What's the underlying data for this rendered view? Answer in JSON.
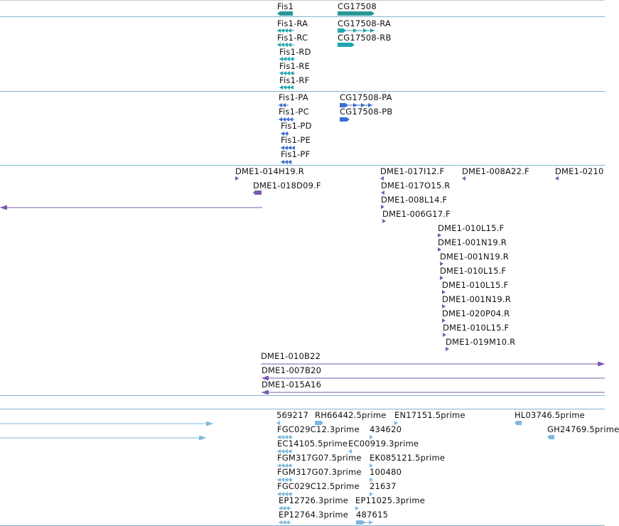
{
  "colors": {
    "gene": "#2a9898",
    "transcript": "#21a5b2",
    "protein": "#3a6fd0",
    "clone": "#7a5ab0",
    "est": "#7fb7dd",
    "separator": "#7fb3d0"
  },
  "tracks": [
    {
      "id": "gene",
      "color_key": "gene",
      "features": [
        {
          "label": "Fis1",
          "kind": "bar",
          "dir": "left"
        },
        {
          "label": "CG17508",
          "kind": "bar",
          "dir": "right"
        }
      ]
    },
    {
      "id": "transcripts",
      "color_key": "transcript",
      "features": [
        {
          "label": "Fis1-RA",
          "kind": "multi",
          "dir": "left"
        },
        {
          "label": "CG17508-RA",
          "kind": "exon-intron",
          "dir": "right"
        },
        {
          "label": "Fis1-RC",
          "kind": "multi",
          "dir": "left"
        },
        {
          "label": "CG17508-RB",
          "kind": "single",
          "dir": "right"
        },
        {
          "label": "Fis1-RD",
          "kind": "multi",
          "dir": "left"
        },
        {
          "label": "Fis1-RE",
          "kind": "multi",
          "dir": "left"
        },
        {
          "label": "Fis1-RF",
          "kind": "multi",
          "dir": "left"
        }
      ]
    },
    {
      "id": "proteins",
      "color_key": "protein",
      "features": [
        {
          "label": "Fis1-PA",
          "kind": "multi",
          "dir": "left"
        },
        {
          "label": "CG17508-PA",
          "kind": "exon-intron",
          "dir": "right"
        },
        {
          "label": "Fis1-PC",
          "kind": "multi",
          "dir": "left"
        },
        {
          "label": "CG17508-PB",
          "kind": "single",
          "dir": "right"
        },
        {
          "label": "Fis1-PD",
          "kind": "multi",
          "dir": "left"
        },
        {
          "label": "Fis1-PE",
          "kind": "multi",
          "dir": "left"
        },
        {
          "label": "Fis1-PF",
          "kind": "multi",
          "dir": "left"
        }
      ]
    },
    {
      "id": "clones",
      "color_key": "clone",
      "features": [
        {
          "label": "DME1-014H19.R",
          "kind": "tick",
          "dir": "right"
        },
        {
          "label": "DME1-017I12.F",
          "kind": "tick",
          "dir": "left"
        },
        {
          "label": "DME1-008A22.F",
          "kind": "tick",
          "dir": "left"
        },
        {
          "label": "DME1-0210",
          "kind": "tick",
          "dir": "left"
        },
        {
          "label": "DME1-018D09.F",
          "kind": "block",
          "dir": "left"
        },
        {
          "label": "DME1-017O15.R",
          "kind": "tick",
          "dir": "left"
        },
        {
          "label": "",
          "kind": "longline",
          "dir": "left"
        },
        {
          "label": "DME1-008L14.F",
          "kind": "tick",
          "dir": "right"
        },
        {
          "label": "DME1-006G17.F",
          "kind": "tick",
          "dir": "right"
        },
        {
          "label": "DME1-010L15.F",
          "kind": "tick",
          "dir": "right"
        },
        {
          "label": "DME1-001N19.R",
          "kind": "tick",
          "dir": "right"
        },
        {
          "label": "DME1-001N19.R",
          "kind": "tick",
          "dir": "right"
        },
        {
          "label": "DME1-010L15.F",
          "kind": "tick",
          "dir": "right"
        },
        {
          "label": "DME1-010L15.F",
          "kind": "tick",
          "dir": "right"
        },
        {
          "label": "DME1-001N19.R",
          "kind": "tick",
          "dir": "right"
        },
        {
          "label": "DME1-020P04.R",
          "kind": "tick",
          "dir": "right"
        },
        {
          "label": "DME1-010L15.F",
          "kind": "tick",
          "dir": "right"
        },
        {
          "label": "DME1-019M10.R",
          "kind": "tick",
          "dir": "right"
        },
        {
          "label": "DME1-010B22",
          "kind": "longline",
          "dir": "right"
        },
        {
          "label": "DME1-007B20",
          "kind": "longline",
          "dir": "left"
        },
        {
          "label": "DME1-015A16",
          "kind": "longline",
          "dir": "left"
        }
      ]
    },
    {
      "id": "ests",
      "color_key": "est",
      "features": [
        {
          "label": "",
          "kind": "longline",
          "dir": "right"
        },
        {
          "label": "",
          "kind": "longline",
          "dir": "right"
        },
        {
          "label": "569217",
          "kind": "tick",
          "dir": "left"
        },
        {
          "label": "RH66442.5prime",
          "kind": "block",
          "dir": "right"
        },
        {
          "label": "EN17151.5prime",
          "kind": "tick",
          "dir": "right"
        },
        {
          "label": "HL03746.5prime",
          "kind": "block",
          "dir": "left"
        },
        {
          "label": "FGC029C12.3prime",
          "kind": "multi",
          "dir": "left"
        },
        {
          "label": "434620",
          "kind": "tick",
          "dir": "right"
        },
        {
          "label": "GH24769.5prime",
          "kind": "block",
          "dir": "left"
        },
        {
          "label": "EC14105.5prime",
          "kind": "multi",
          "dir": "left"
        },
        {
          "label": "EC00919.3prime",
          "kind": "tick",
          "dir": "left"
        },
        {
          "label": "FGM317G07.5prime",
          "kind": "multi",
          "dir": "left"
        },
        {
          "label": "EK085121.5prime",
          "kind": "tick",
          "dir": "right"
        },
        {
          "label": "FGM317G07.3prime",
          "kind": "multi",
          "dir": "left"
        },
        {
          "label": "100480",
          "kind": "tick",
          "dir": "right"
        },
        {
          "label": "FGC029C12.5prime",
          "kind": "multi",
          "dir": "left"
        },
        {
          "label": "21637",
          "kind": "tick",
          "dir": "right"
        },
        {
          "label": "EP12726.3prime",
          "kind": "multi",
          "dir": "left"
        },
        {
          "label": "EP11025.3prime",
          "kind": "tick",
          "dir": "right"
        },
        {
          "label": "EP12764.3prime",
          "kind": "multi",
          "dir": "left"
        },
        {
          "label": "487615",
          "kind": "exon-intron",
          "dir": "right"
        }
      ]
    }
  ]
}
